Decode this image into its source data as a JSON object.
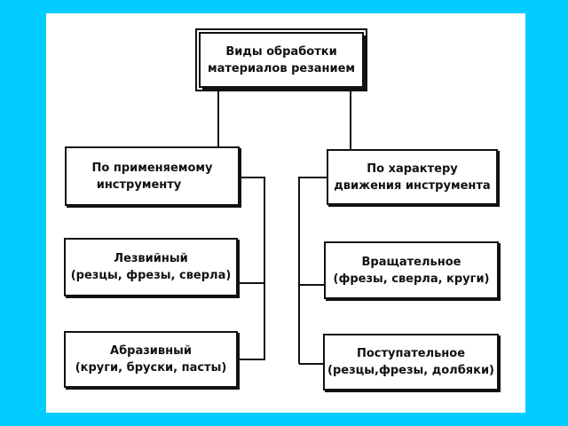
{
  "root": {
    "label_line1": "Виды обработки",
    "label_line2": "материалов резанием"
  },
  "left": {
    "header": {
      "line1": "По применяемому",
      "line2": "инструменту"
    },
    "items": [
      {
        "line1": "Лезвийный",
        "line2": "(резцы, фрезы, сверла)"
      },
      {
        "line1": "Абразивный",
        "line2": "(круги, бруски, пасты)"
      }
    ]
  },
  "right": {
    "header": {
      "line1": "По характеру",
      "line2": "движения инструмента"
    },
    "items": [
      {
        "line1": "Вращательное",
        "line2": "(фрезы, сверла, круги)"
      },
      {
        "line1": "Поступательное",
        "line2": "(резцы,фрезы, долбяки)"
      }
    ]
  },
  "colors": {
    "background": "#00ccff",
    "sheet": "#ffffff",
    "ink": "#111111"
  }
}
